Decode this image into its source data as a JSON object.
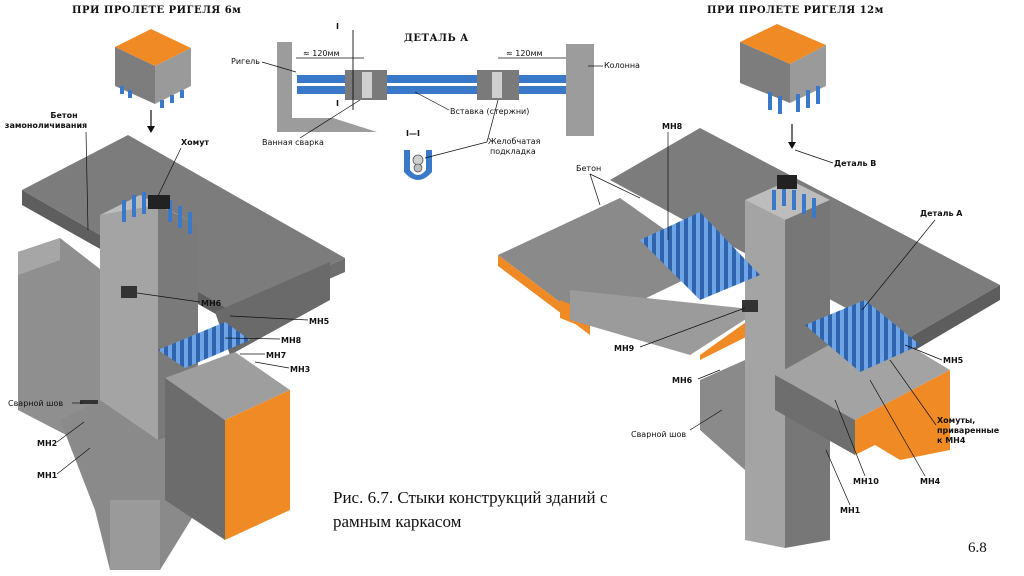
{
  "titles": {
    "left": "ПРИ ПРОЛЕТЕ РИГЕЛЯ 6м",
    "right": "ПРИ ПРОЛЕТЕ РИГЕЛЯ 12м",
    "detail": "ДЕТАЛЬ А"
  },
  "detail": {
    "rigel": "Ригель",
    "column": "Колонна",
    "dim1": "≈ 120мм",
    "dim2": "≈ 120мм",
    "insert": "Вставка (стержни)",
    "bath_weld": "Ванная сварка",
    "gutter": "Желобчатая подкладка",
    "gutter2": "подкладка",
    "gutter1": "Желобчатая",
    "section_mark": "I",
    "section_title": "I—I"
  },
  "left_labels": {
    "beton1": "Бетон",
    "beton2": "замоноличивания",
    "khomut": "Хомут",
    "mn6": "МН6",
    "mn5": "МН5",
    "mn8": "МН8",
    "mn7": "МН7",
    "mn3": "МН3",
    "weld": "Сварной шов",
    "mn2": "МН2",
    "mn1": "МН1"
  },
  "right_labels": {
    "mn8": "МН8",
    "beton": "Бетон",
    "detail_v": "Деталь В",
    "detail_a": "Деталь А",
    "mn9": "МН9",
    "mn6": "МН6",
    "mn5": "МН5",
    "weld": "Сварной шов",
    "khomuty1": "Хомуты,",
    "khomuty2": "приваренные",
    "khomuty3": "к МН4",
    "mn10": "МН10",
    "mn4": "МН4",
    "mn1": "МН1"
  },
  "caption": {
    "line1": "Рис. 6.7.  Стыки конструкций зданий с",
    "line2": "рамным каркасом"
  },
  "page_number": "6.8",
  "colors": {
    "concrete": "#8c8c8c",
    "concrete_light": "#a8a8a8",
    "concrete_dark": "#5e5e5e",
    "orange": "#f08a24",
    "rebar_blue": "#3a78c9"
  }
}
